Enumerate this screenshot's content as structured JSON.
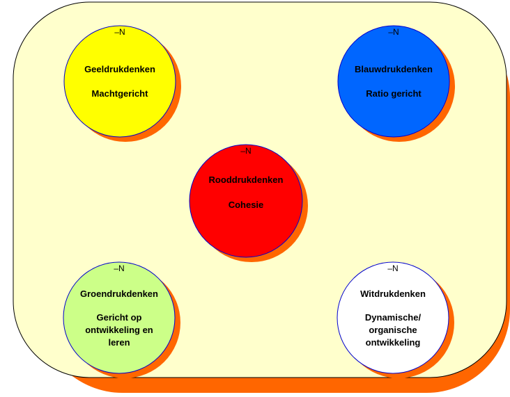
{
  "colors": {
    "panel_fill": "#ffffcc",
    "panel_stroke": "#000000",
    "shadow": "#ff6600",
    "circle_stroke": "#0000cc",
    "text": "#000000"
  },
  "nodes": [
    {
      "id": "geel",
      "n_label": "–N",
      "lines": [
        "Geeldrukdenken",
        "",
        "Machtgericht"
      ],
      "fill": "#ffff00"
    },
    {
      "id": "blauw",
      "n_label": "–N",
      "lines": [
        "Blauwdrukdenken",
        "",
        "Ratio gericht"
      ],
      "fill": "#0066ff"
    },
    {
      "id": "rood",
      "n_label": "–N",
      "lines": [
        "Rooddrukdenken",
        "",
        "Cohesie"
      ],
      "fill": "#ff0000"
    },
    {
      "id": "groen",
      "n_label": "–N",
      "lines": [
        "Groendrukdenken",
        "",
        "Gericht op",
        "ontwikkeling en",
        "leren"
      ],
      "fill": "#ccff88"
    },
    {
      "id": "wit",
      "n_label": "–N",
      "lines": [
        "Witdrukdenken",
        "",
        "Dynamische/",
        "organische",
        "ontwikkeling"
      ],
      "fill": "#ffffff"
    }
  ]
}
